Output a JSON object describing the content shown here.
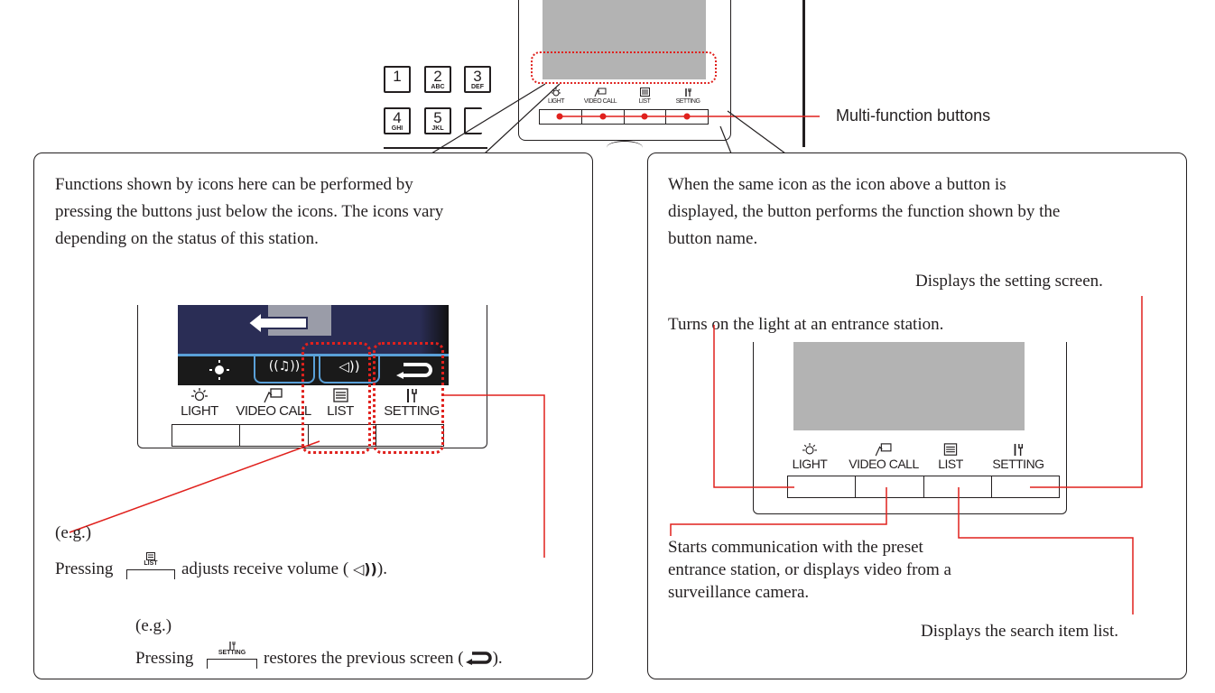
{
  "keypad": {
    "keys": [
      {
        "num": "1",
        "letters": ""
      },
      {
        "num": "2",
        "letters": "ABC"
      },
      {
        "num": "3",
        "letters": "DEF"
      },
      {
        "num": "4",
        "letters": "GHI"
      },
      {
        "num": "5",
        "letters": "JKL"
      }
    ]
  },
  "top_device": {
    "callout_label": "Multi-function buttons",
    "icons": [
      "LIGHT",
      "VIDEO CALL",
      "LIST",
      "SETTING"
    ]
  },
  "left_panel": {
    "intro_lines": [
      "Functions shown by icons here can be performed by",
      "pressing the buttons just below the icons. The icons vary",
      "depending on the status of this station."
    ],
    "button_labels": [
      "LIGHT",
      "VIDEO CALL",
      "LIST",
      "SETTING"
    ],
    "example1": {
      "eg": "(e.g.)",
      "pressing": "Pressing",
      "button_icon_label": "LIST",
      "action": "adjusts receive volume (",
      "close": ")."
    },
    "example2": {
      "eg": "(e.g.)",
      "pressing": "Pressing",
      "button_icon_label": "SETTING",
      "action": "restores the previous screen (",
      "close": ")."
    }
  },
  "right_panel": {
    "intro_lines": [
      "When the same icon as the icon above a button is",
      "displayed, the button performs the function shown by the",
      "button name."
    ],
    "button_labels": [
      "LIGHT",
      "VIDEO CALL",
      "LIST",
      "SETTING"
    ],
    "setting_desc": "Displays the setting screen.",
    "light_desc": "Turns on the light at an entrance station.",
    "video_desc_lines": [
      "Starts communication with the preset",
      "entrance station, or displays video from a",
      "surveillance camera."
    ],
    "list_desc": "Displays the search item list."
  },
  "colors": {
    "accent_red": "#e0211d",
    "screen_gray": "#b3b3b3",
    "screen_navy": "#2a2d55",
    "icon_bar": "#1a1a1a",
    "icon_blue_border": "#5aa0d8"
  }
}
